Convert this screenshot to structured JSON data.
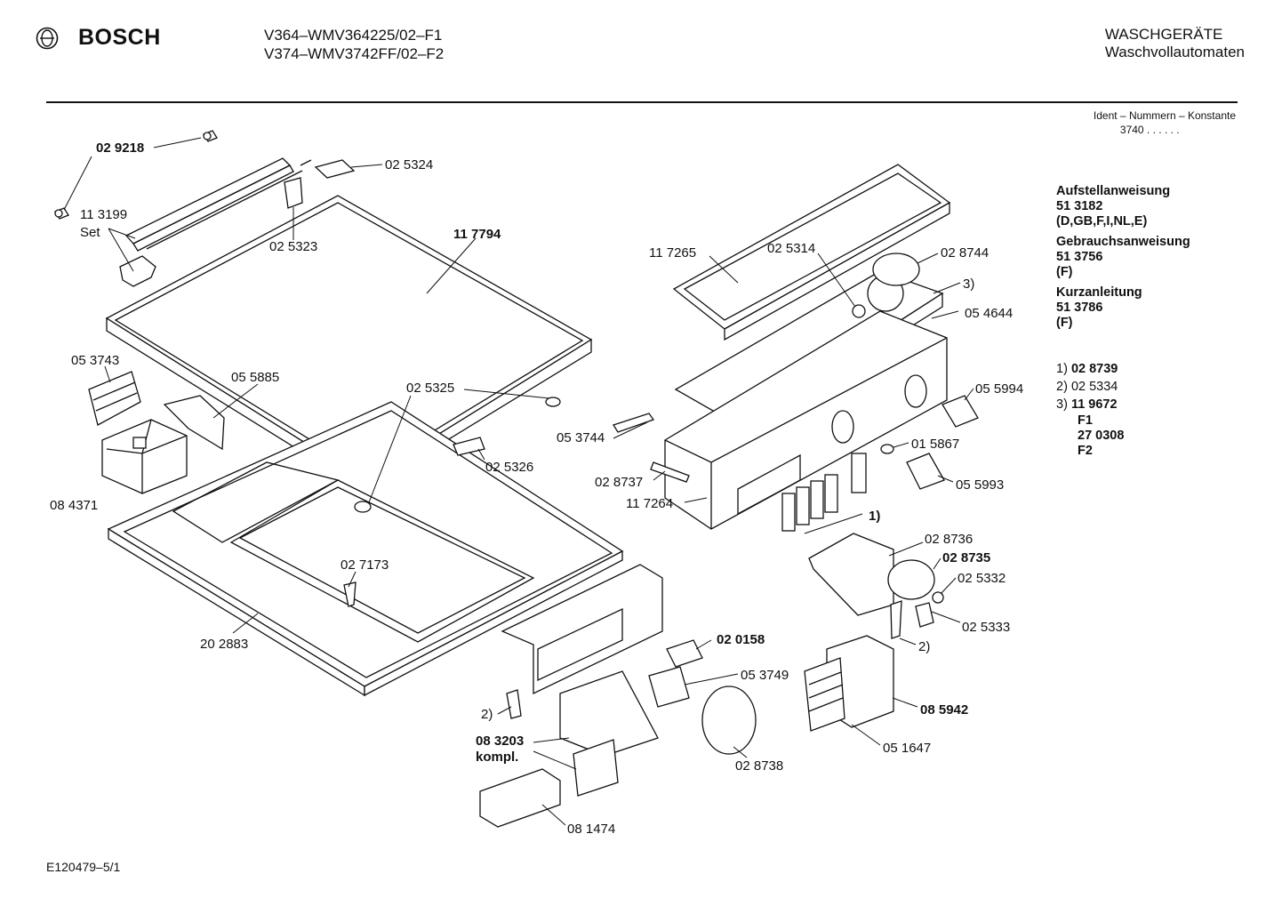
{
  "header": {
    "brand": "BOSCH",
    "logo_icon": "bosch-armature-logo-icon",
    "models": [
      "V364–WMV364225/02–F1",
      "V374–WMV3742FF/02–F2"
    ],
    "category": [
      "WASCHGERÄTE",
      "Waschvollautomaten"
    ]
  },
  "ident": {
    "label": "Ident – Nummern – Konstante",
    "value": "3740  .  .  .  .  .  ."
  },
  "docs": [
    {
      "title": "Aufstellanweisung",
      "number": "51 3182",
      "note": "(D,GB,F,I,NL,E)"
    },
    {
      "title": "Gebrauchsanweisung",
      "number": "51 3756",
      "note": "(F)"
    },
    {
      "title": "Kurzanleitung",
      "number": "51 3786",
      "note": "(F)"
    }
  ],
  "notes": {
    "n1_key": "1)",
    "n1_val": "02 8739",
    "n2_key": "2)",
    "n2_val": "02 5334",
    "n3_key": "3)",
    "n3_val": "11 9672",
    "n3_sub": [
      "F1",
      "27 0308",
      "F2"
    ]
  },
  "labels": {
    "l029218": "02 9218",
    "l113199": "11 3199",
    "lset": "Set",
    "l025324": "02 5324",
    "l025323": "02 5323",
    "l117794": "11 7794",
    "l053743": "05 3743",
    "l055885": "05 5885",
    "l084371": "08 4371",
    "l025325": "02 5325",
    "l025326": "02 5326",
    "l027173": "02 7173",
    "l202883": "20 2883",
    "l117265": "11 7265",
    "l025314": "02 5314",
    "l028744": "02 8744",
    "l3": "3)",
    "l054644": "05 4644",
    "l055994": "05 5994",
    "l053744": "05 3744",
    "l015867": "01 5867",
    "l028737": "02 8737",
    "l055993": "05 5993",
    "l117264": "11 7264",
    "l1": "1)",
    "l028736": "02 8736",
    "l028735": "02 8735",
    "l025332": "02 5332",
    "l025333": "02 5333",
    "l2a": "2)",
    "l020158": "02 0158",
    "l053749": "05 3749",
    "l085942": "08 5942",
    "l2b": "2)",
    "l083203": "08 3203",
    "lkompl": "kompl.",
    "l051647": "05 1647",
    "l028738": "02 8738",
    "l081474": "08 1474"
  },
  "footer": "E120479–5/1"
}
